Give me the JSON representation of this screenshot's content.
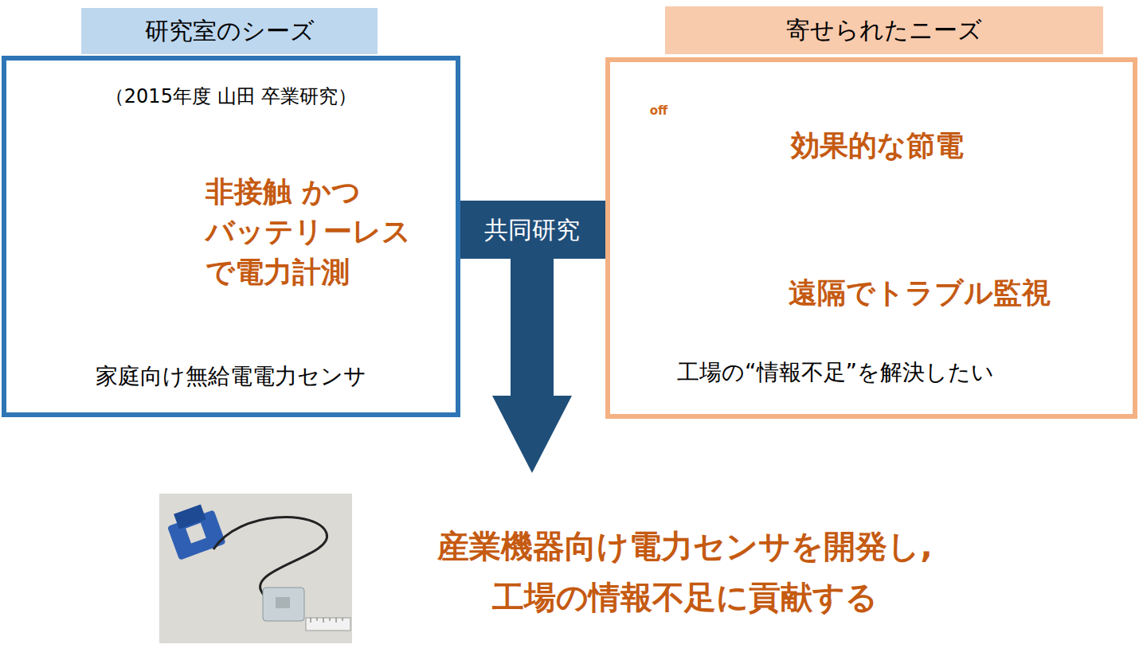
{
  "diagram": {
    "nodes": [
      {
        "text": [
          "研究室のシーズ",
          "（2015年度 山田 卒業研究）",
          "非接触 かつ バッテリーレス で電力計測",
          "家庭向け無給電電力センサ"
        ]
      },
      {
        "text": [
          "寄せられたニーズ",
          "効果的な節電",
          "遠隔でトラブル監視",
          "工場の“情報不足”を解決したい"
        ]
      },
      {
        "text": [
          "共同研究"
        ]
      },
      {
        "text": [
          "産業機器向け電力センサを開発し, 工場の情報不足に貢献する"
        ]
      }
    ],
    "edges": [
      {
        "from": 0,
        "to": 2,
        "arrow": "none"
      },
      {
        "from": 1,
        "to": 2,
        "arrow": "none"
      },
      {
        "from": 2,
        "to": 3,
        "arrow": "to"
      }
    ],
    "labels": [
      "off"
    ]
  }
}
